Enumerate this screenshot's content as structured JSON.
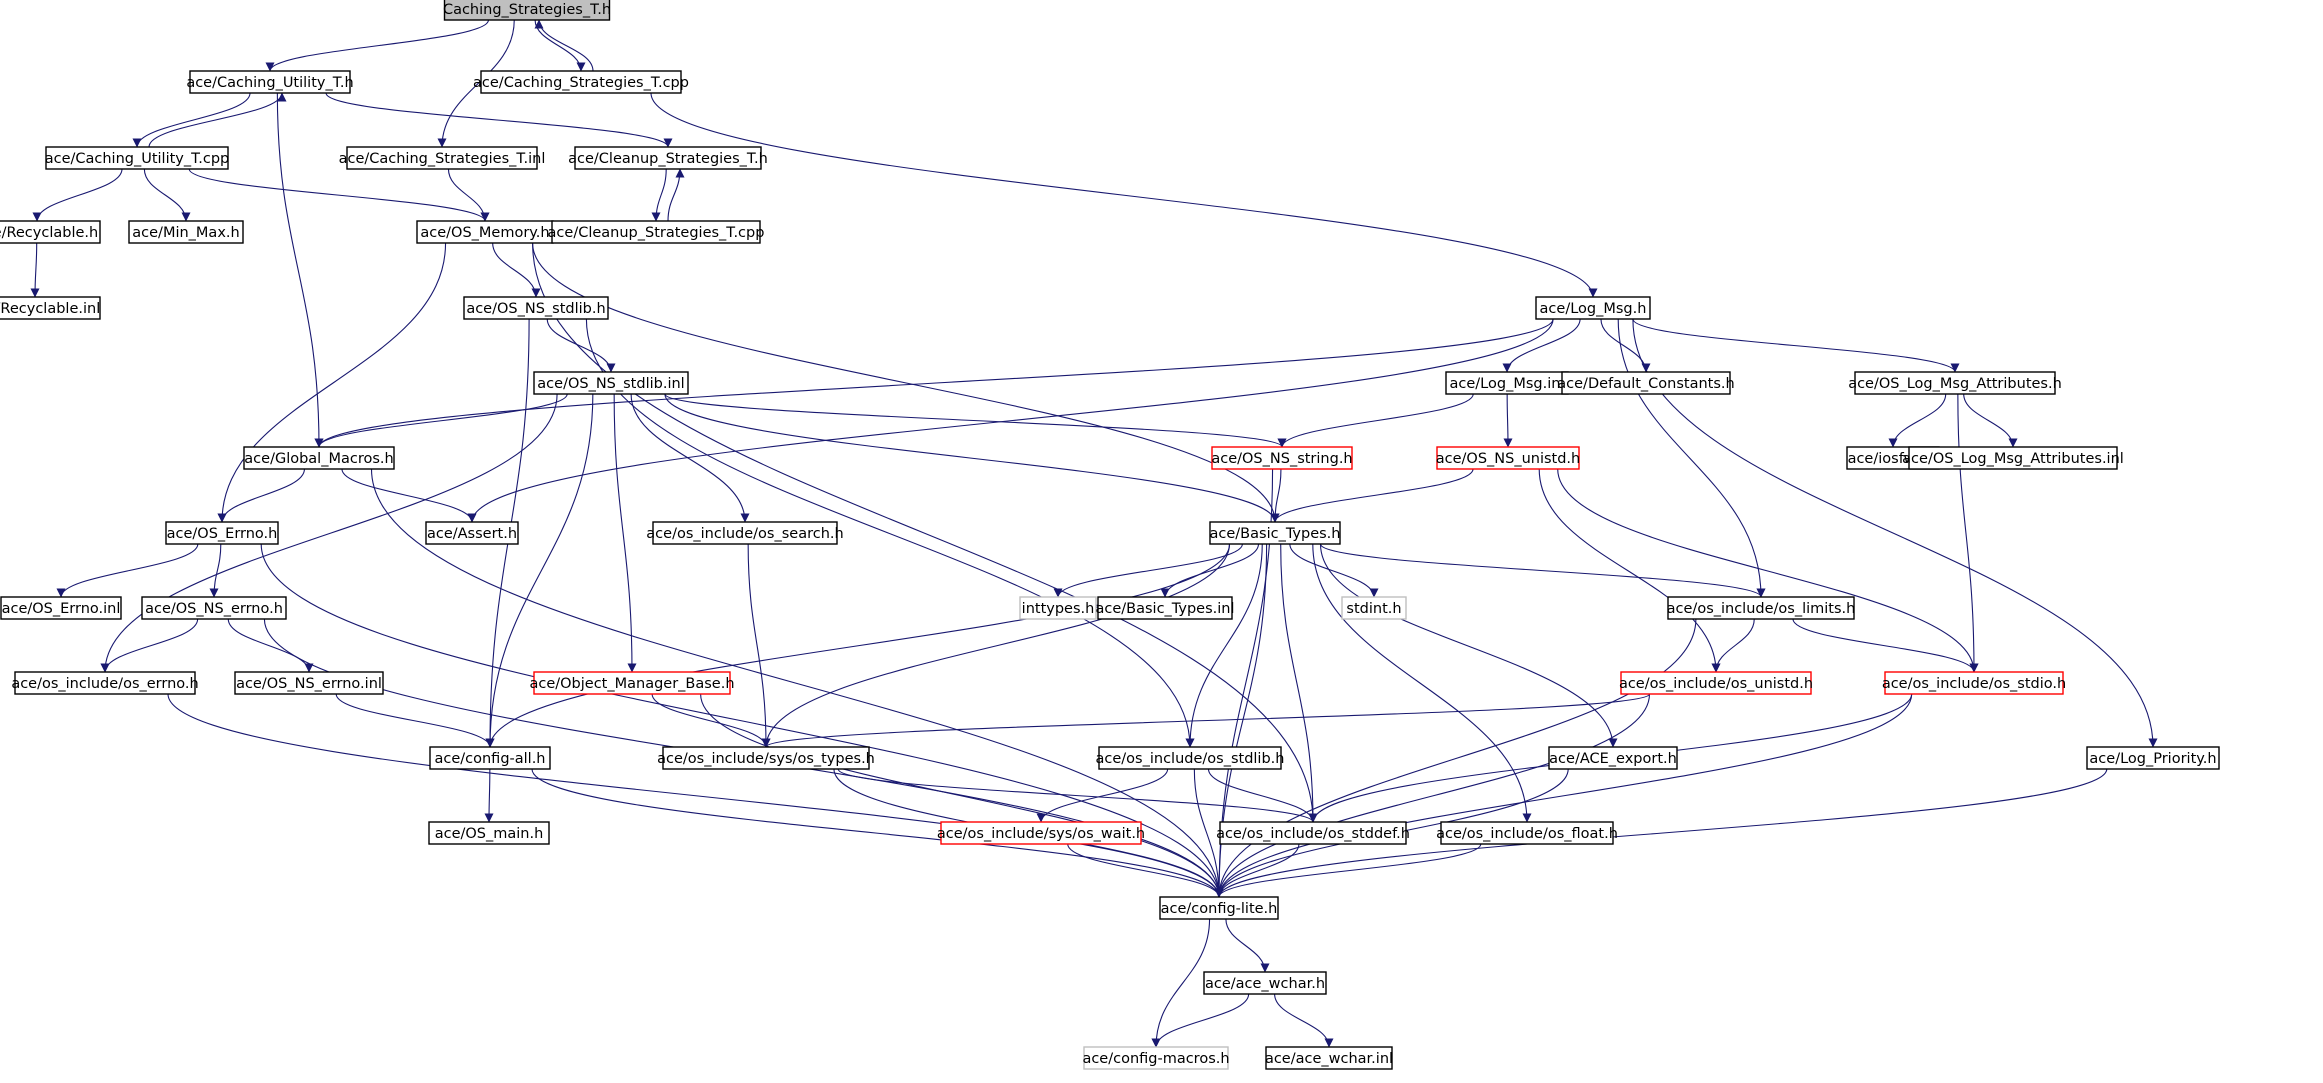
{
  "colors": {
    "edge": "#191970",
    "border_default": "#000000",
    "border_truncated": "#ff0000",
    "border_external": "#bfbfbf",
    "root_fill": "#bfbfbf",
    "node_fill": "#ffffff"
  },
  "nodes": [
    {
      "id": "caching_strategies_h",
      "label": "Caching_Strategies_T.h",
      "style": "root"
    },
    {
      "id": "caching_utility_h",
      "label": "ace/Caching_Utility_T.h",
      "style": "normal"
    },
    {
      "id": "caching_strategies_cpp",
      "label": "ace/Caching_Strategies_T.cpp",
      "style": "normal"
    },
    {
      "id": "caching_utility_cpp",
      "label": "ace/Caching_Utility_T.cpp",
      "style": "normal"
    },
    {
      "id": "caching_strategies_inl",
      "label": "ace/Caching_Strategies_T.inl",
      "style": "normal"
    },
    {
      "id": "cleanup_strategies_h",
      "label": "ace/Cleanup_Strategies_T.h",
      "style": "normal"
    },
    {
      "id": "recyclable_h",
      "label": "ace/Recyclable.h",
      "style": "normal"
    },
    {
      "id": "min_max_h",
      "label": "ace/Min_Max.h",
      "style": "normal"
    },
    {
      "id": "os_memory_h",
      "label": "ace/OS_Memory.h",
      "style": "normal"
    },
    {
      "id": "cleanup_strategies_cpp",
      "label": "ace/Cleanup_Strategies_T.cpp",
      "style": "normal"
    },
    {
      "id": "recyclable_inl",
      "label": "ace/Recyclable.inl",
      "style": "normal"
    },
    {
      "id": "os_ns_stdlib_h",
      "label": "ace/OS_NS_stdlib.h",
      "style": "normal"
    },
    {
      "id": "log_msg_h",
      "label": "ace/Log_Msg.h",
      "style": "normal"
    },
    {
      "id": "os_ns_stdlib_inl",
      "label": "ace/OS_NS_stdlib.inl",
      "style": "normal"
    },
    {
      "id": "log_msg_inl",
      "label": "ace/Log_Msg.inl",
      "style": "normal"
    },
    {
      "id": "default_constants_h",
      "label": "ace/Default_Constants.h",
      "style": "normal"
    },
    {
      "id": "os_log_msg_attributes_h",
      "label": "ace/OS_Log_Msg_Attributes.h",
      "style": "normal"
    },
    {
      "id": "global_macros_h",
      "label": "ace/Global_Macros.h",
      "style": "normal"
    },
    {
      "id": "os_ns_string_h",
      "label": "ace/OS_NS_string.h",
      "style": "truncated"
    },
    {
      "id": "os_ns_unistd_h",
      "label": "ace/OS_NS_unistd.h",
      "style": "truncated"
    },
    {
      "id": "iosfwd_h",
      "label": "ace/iosfwd.h",
      "style": "normal"
    },
    {
      "id": "os_log_msg_attributes_inl",
      "label": "ace/OS_Log_Msg_Attributes.inl",
      "style": "normal"
    },
    {
      "id": "os_errno_h",
      "label": "ace/OS_Errno.h",
      "style": "normal"
    },
    {
      "id": "assert_h",
      "label": "ace/Assert.h",
      "style": "normal"
    },
    {
      "id": "os_search_h",
      "label": "ace/os_include/os_search.h",
      "style": "normal"
    },
    {
      "id": "basic_types_h",
      "label": "ace/Basic_Types.h",
      "style": "normal"
    },
    {
      "id": "os_errno_inl",
      "label": "ace/OS_Errno.inl",
      "style": "normal"
    },
    {
      "id": "os_ns_errno_h",
      "label": "ace/OS_NS_errno.h",
      "style": "normal"
    },
    {
      "id": "inttypes_h",
      "label": "inttypes.h",
      "style": "external"
    },
    {
      "id": "basic_types_inl",
      "label": "ace/Basic_Types.inl",
      "style": "normal"
    },
    {
      "id": "stdint_h",
      "label": "stdint.h",
      "style": "external"
    },
    {
      "id": "os_limits_h",
      "label": "ace/os_include/os_limits.h",
      "style": "normal"
    },
    {
      "id": "os_include_errno_h",
      "label": "ace/os_include/os_errno.h",
      "style": "normal"
    },
    {
      "id": "os_ns_errno_inl",
      "label": "ace/OS_NS_errno.inl",
      "style": "normal"
    },
    {
      "id": "object_manager_base_h",
      "label": "ace/Object_Manager_Base.h",
      "style": "truncated"
    },
    {
      "id": "os_unistd_h",
      "label": "ace/os_include/os_unistd.h",
      "style": "truncated"
    },
    {
      "id": "os_stdio_h",
      "label": "ace/os_include/os_stdio.h",
      "style": "truncated"
    },
    {
      "id": "config_all_h",
      "label": "ace/config-all.h",
      "style": "normal"
    },
    {
      "id": "sys_os_types_h",
      "label": "ace/os_include/sys/os_types.h",
      "style": "normal"
    },
    {
      "id": "os_stdlib_h",
      "label": "ace/os_include/os_stdlib.h",
      "style": "normal"
    },
    {
      "id": "ace_export_h",
      "label": "ace/ACE_export.h",
      "style": "normal"
    },
    {
      "id": "log_priority_h",
      "label": "ace/Log_Priority.h",
      "style": "normal"
    },
    {
      "id": "os_main_h",
      "label": "ace/OS_main.h",
      "style": "normal"
    },
    {
      "id": "sys_os_wait_h",
      "label": "ace/os_include/sys/os_wait.h",
      "style": "truncated"
    },
    {
      "id": "os_stddef_h",
      "label": "ace/os_include/os_stddef.h",
      "style": "normal"
    },
    {
      "id": "os_float_h",
      "label": "ace/os_include/os_float.h",
      "style": "normal"
    },
    {
      "id": "config_lite_h",
      "label": "ace/config-lite.h",
      "style": "normal"
    },
    {
      "id": "ace_wchar_h",
      "label": "ace/ace_wchar.h",
      "style": "normal"
    },
    {
      "id": "config_macros_h",
      "label": "ace/config-macros.h",
      "style": "external"
    },
    {
      "id": "ace_wchar_inl",
      "label": "ace/ace_wchar.inl",
      "style": "normal"
    }
  ]
}
